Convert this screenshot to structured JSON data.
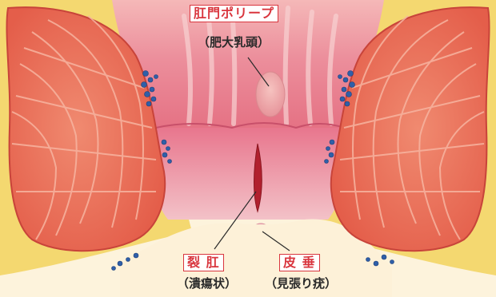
{
  "labels": {
    "polyp": {
      "title": "肛門ポリープ",
      "subtitle": "（肥大乳頭）"
    },
    "fissure": {
      "title": "裂 肛",
      "subtitle": "（潰瘍状）"
    },
    "skin_tag": {
      "title": "皮 垂",
      "subtitle": "（見張り疣）"
    }
  },
  "colors": {
    "label_accent": "#d9363e",
    "muscle": "#e9715a",
    "fat": "#f3d56a",
    "mucosa": "#e98d9d",
    "veins": "#2f5fa8"
  }
}
